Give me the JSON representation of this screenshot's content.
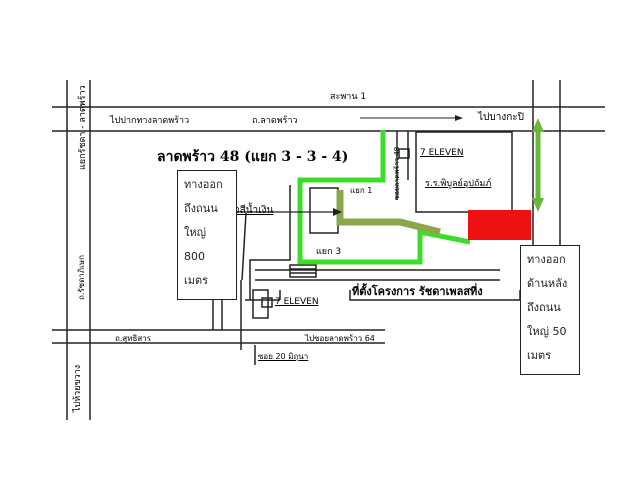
{
  "title": "ลาดพร้าว 48 (แยก 3 - 3 - 4)",
  "roads": {
    "ratchada_ladprao_junction": "แยกรัชดา - ลาดพร้าว",
    "to_ladprao_entrance": "ไปปากทางลาดพร้าว",
    "ladprao_road": "ถ.ลาดพร้าว",
    "bridge": "สะพาน 1",
    "to_bangkapi": "ไปบางกะปิ",
    "soi_ladprao_48": "ซอยลาดพร้าว 48",
    "ratchadaphisek_road": "ถ.รัชดาภิเษก",
    "to_huai_khwang": "ไปห้วยขวาง",
    "sutthisan_road": "ถ.สุทธิสาร",
    "to_soi_ladprao_64": "ไปซอยลาดพร้าว 64",
    "soi_20_mithuna": "ซอย 20 มิถุนา",
    "junction_1": "แยก 1",
    "junction_3": "แยก 3"
  },
  "landmarks": {
    "seven_eleven_top": "7 ELEVEN",
    "school": "ร.ร.พิบูลย์อุปถัมภ์",
    "blue_house": "วสีน้ำเงิน",
    "seven_eleven_bottom": "7 ELEVEN",
    "project_location": "ที่ตั้งโครงการ รัชดาเพลสที่ง"
  },
  "exit_front": [
    "ทางออก",
    "ถึงถนน",
    "ใหญ่",
    "800",
    "เมตร"
  ],
  "exit_rear": [
    "ทางออก",
    "ด้านหลัง",
    "ถึงถนน",
    "ใหญ่ 50",
    "เมตร"
  ],
  "colors": {
    "route": "#3ddc2a",
    "route_alt": "#8aa84a",
    "project": "#ee1111",
    "arrow": "#6ab83a"
  }
}
